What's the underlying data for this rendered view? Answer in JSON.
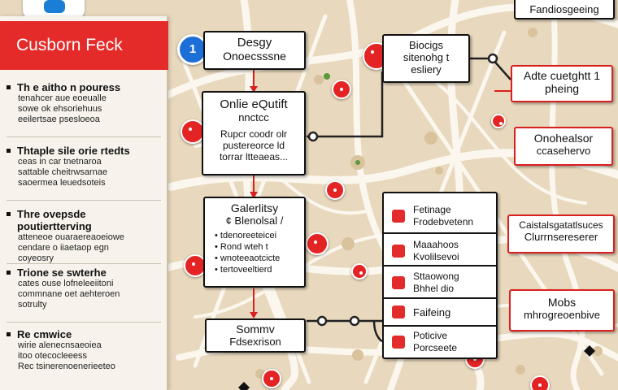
{
  "sidebar": {
    "header": "Cusborn Feck",
    "sections": [
      {
        "title": "Th e aitho n pouress",
        "lines": [
          "tenahcer aue  eoeualle",
          "sowe ok ehsoriehuus",
          "eeilertsae psesloeoa"
        ]
      },
      {
        "title": "Thtaple sile orie rtedts",
        "lines": [
          "ceas in car tnetnaroa",
          "sattable cheitrwsarnae",
          "saoermea leuedsoteis"
        ]
      },
      {
        "title": "Thre ovepsde poutiertterving",
        "lines": [
          "atteneoe ouaraereaoeiowe",
          "cendare o iiaetaop egn",
          "coyeosry"
        ]
      },
      {
        "title": "Trione se swterhe",
        "lines": [
          "cates ouse lofneleeiitoni",
          "commnane oet aehteroen",
          "sotrulty"
        ]
      },
      {
        "title": "Re cmwice",
        "lines": [
          "wirie  alenecnsaeoiea",
          "itoo otecocleeess",
          "Rec tsinerenoenerieeteo"
        ]
      }
    ]
  },
  "boxes": {
    "top_left": [
      "Desgy",
      "Onoecsssne"
    ],
    "top_mid": [
      "Biocigs",
      "sitenohg t",
      "esliery"
    ],
    "center_title": [
      "Onlie eQutift",
      "nnctcc"
    ],
    "center_lines": [
      "Rupcr coodr olr",
      "pustereorce ld",
      "torrar ltteaeas..."
    ],
    "mid_title": [
      "Galerlitsy",
      "¢ Blenolsal /"
    ],
    "mid_items": [
      "tdenoreeteicei",
      "Rond wteh t",
      "wnoteeaotcicte",
      "tertoveeltierd"
    ],
    "bottom": [
      "Sommv",
      "Fdsexrison"
    ],
    "top_right_banner": "Fandiosgeeing",
    "r1": [
      "Adte cuetghtt 1",
      "pheing"
    ],
    "r2": [
      "Onohealsor",
      "ccasehervo"
    ],
    "r3": [
      "Caistalsgatatlsuces",
      "Clurrnsereserer"
    ],
    "r4": [
      "Mobs",
      "mhrogreoenbive"
    ]
  },
  "feature_list": [
    [
      "Fetinage",
      "Frodebvetenn"
    ],
    [
      "Maaahoos",
      "Kvolilsevoi"
    ],
    [
      "Sttaowong",
      "Bhhel dio"
    ],
    [
      "Faifeing"
    ],
    [
      "Poticive",
      "Porcseete"
    ]
  ],
  "pins": {
    "blue_label": "1"
  },
  "colors": {
    "accent": "#e52a2a",
    "map_bg": "#e8d8bd",
    "road": "#fbf6ec"
  }
}
